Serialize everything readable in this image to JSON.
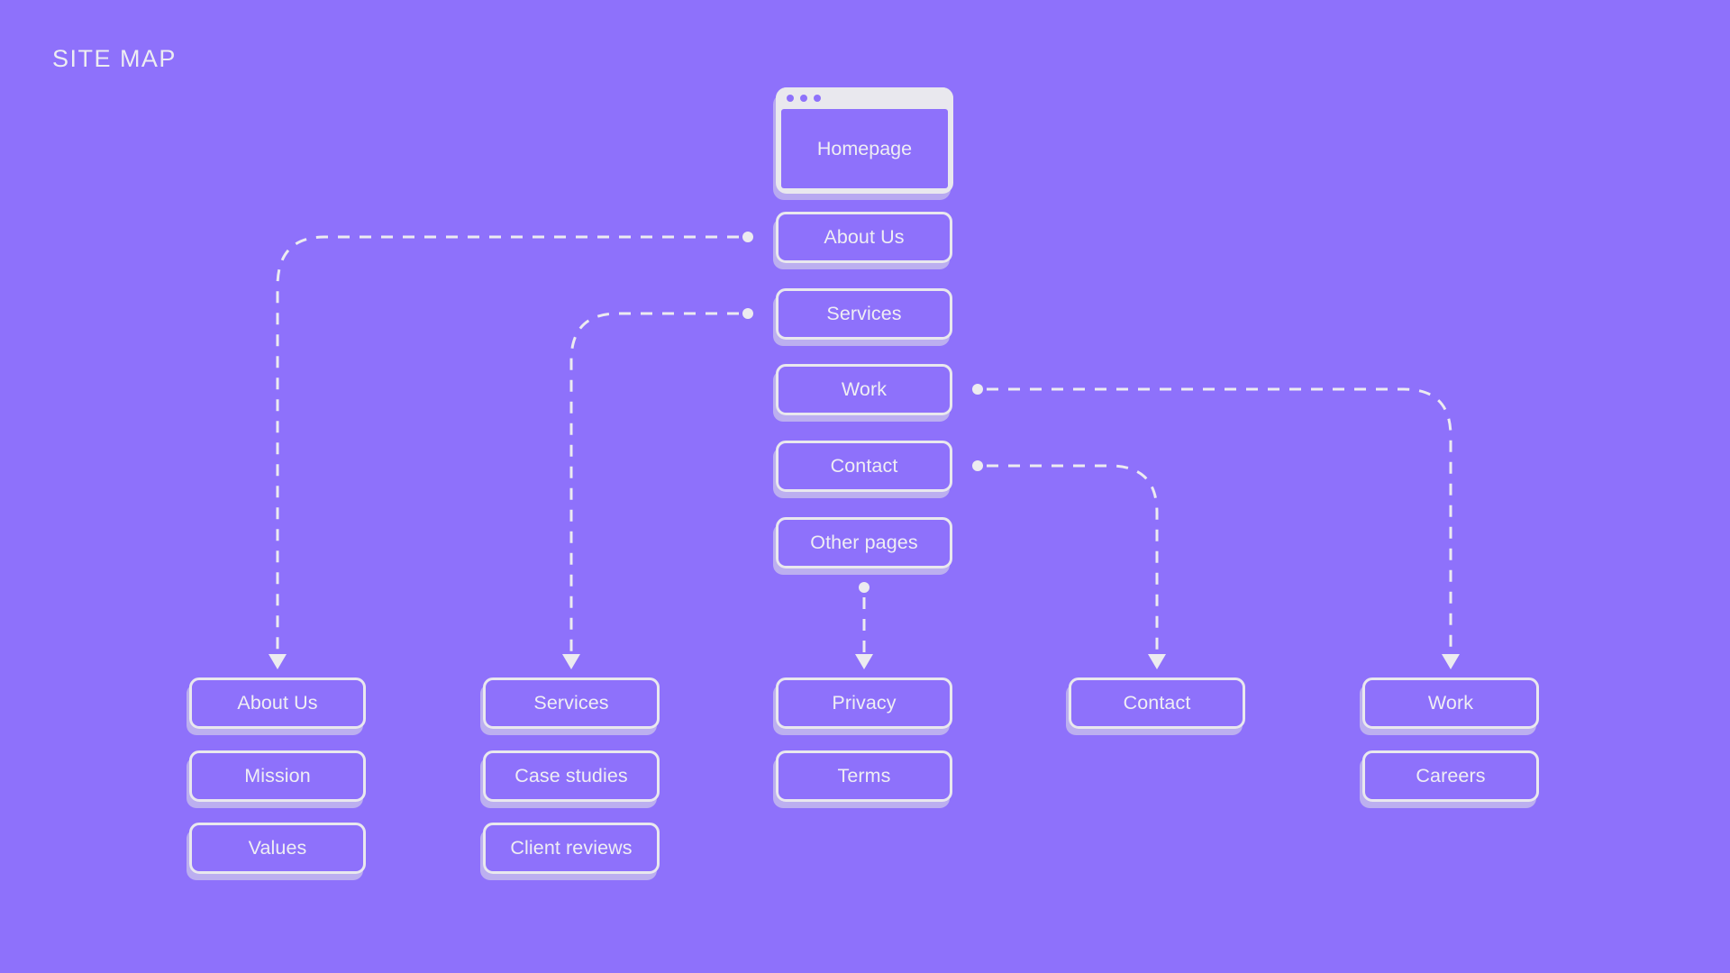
{
  "title": "SITE MAP",
  "colors": {
    "background": "#8e71fb",
    "stroke": "#e9e8ee",
    "text": "#efeef4",
    "browser_bar": "#e9e8ee",
    "browser_dot": "#8e71fb"
  },
  "browser": {
    "label": "Homepage",
    "dots": [
      "dot-1",
      "dot-2",
      "dot-3"
    ]
  },
  "main_column": [
    {
      "label": "About Us"
    },
    {
      "label": "Services"
    },
    {
      "label": "Work"
    },
    {
      "label": "Contact"
    },
    {
      "label": "Other pages"
    }
  ],
  "groups": [
    {
      "name": "about-group",
      "parent": "About Us",
      "items": [
        {
          "label": "About Us"
        },
        {
          "label": "Mission"
        },
        {
          "label": "Values"
        }
      ]
    },
    {
      "name": "services-group",
      "parent": "Services",
      "items": [
        {
          "label": "Services"
        },
        {
          "label": "Case studies"
        },
        {
          "label": "Client reviews"
        }
      ]
    },
    {
      "name": "other-pages-group",
      "parent": "Other pages",
      "items": [
        {
          "label": "Privacy"
        },
        {
          "label": "Terms"
        }
      ]
    },
    {
      "name": "contact-group",
      "parent": "Contact",
      "items": [
        {
          "label": "Contact"
        }
      ]
    },
    {
      "name": "work-group",
      "parent": "Work",
      "items": [
        {
          "label": "Work"
        },
        {
          "label": "Careers"
        }
      ]
    }
  ],
  "connectors": [
    {
      "name": "about-us-connector",
      "from": "About Us",
      "to": "About Us (group)"
    },
    {
      "name": "services-connector",
      "from": "Services",
      "to": "Services (group)"
    },
    {
      "name": "work-connector",
      "from": "Work",
      "to": "Work (group)"
    },
    {
      "name": "contact-connector",
      "from": "Contact",
      "to": "Contact (group)"
    },
    {
      "name": "other-pages-connector",
      "from": "Other pages",
      "to": "Privacy"
    }
  ]
}
